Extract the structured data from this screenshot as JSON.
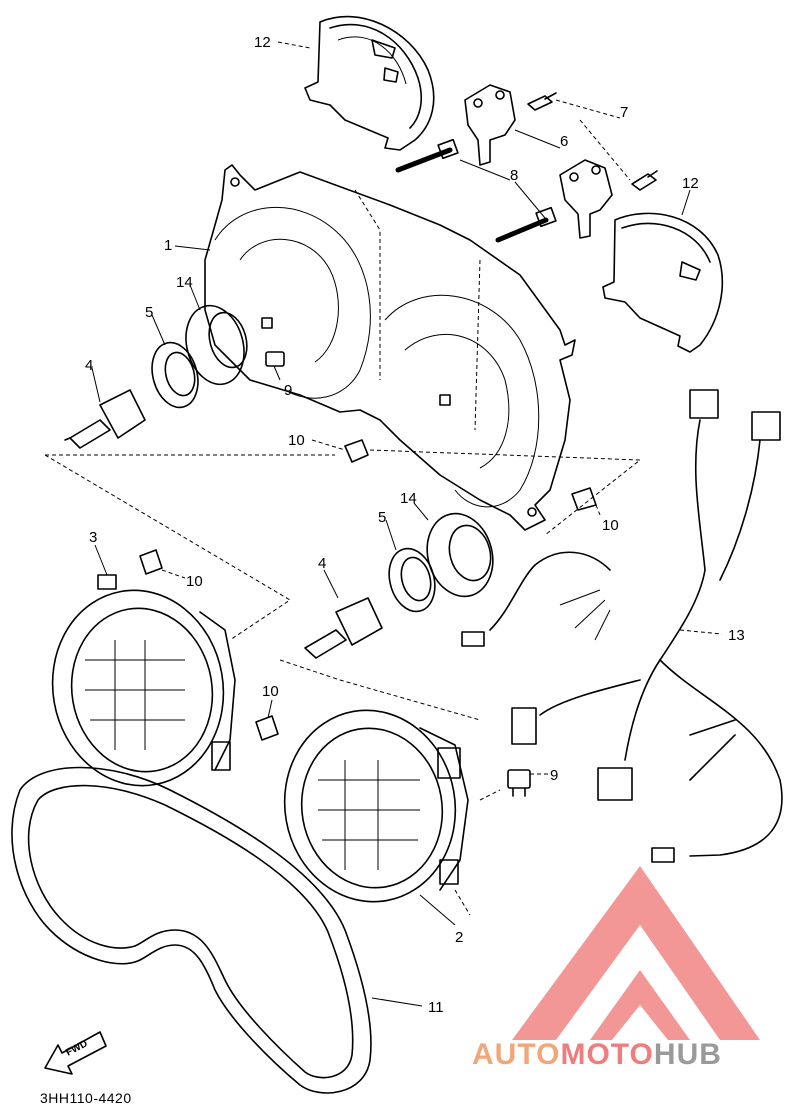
{
  "diagram": {
    "callouts": [
      "12",
      "7",
      "6",
      "8",
      "12",
      "1",
      "14",
      "5",
      "4",
      "9",
      "10",
      "14",
      "5",
      "10",
      "3",
      "10",
      "4",
      "13",
      "10",
      "9",
      "2",
      "11"
    ],
    "fwd_label": "FWD",
    "reference_code": "3HH110-4420"
  },
  "watermark": {
    "text_part1": "AUTO",
    "text_part2": "MOTO",
    "text_part3": "HUB",
    "color_primary": "#f07d7d",
    "color_secondary": "#f2a77a",
    "color_tertiary": "#9a9a9a"
  }
}
